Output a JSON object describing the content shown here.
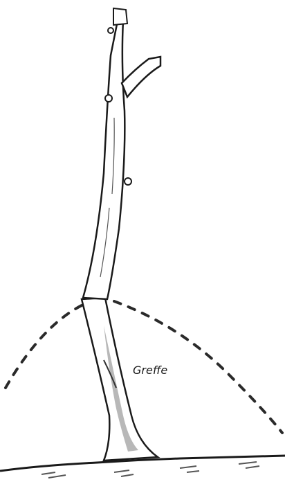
{
  "labels": {
    "graft": "Greffe"
  },
  "colors": {
    "ink": "#1a1a1a",
    "shade": "#7a7a7a",
    "paper": "#ffffff"
  },
  "icons": {
    "trunk": "grafted-stem-illustration",
    "mound": "dashed-earth-mound-outline",
    "ground": "ground-line"
  }
}
